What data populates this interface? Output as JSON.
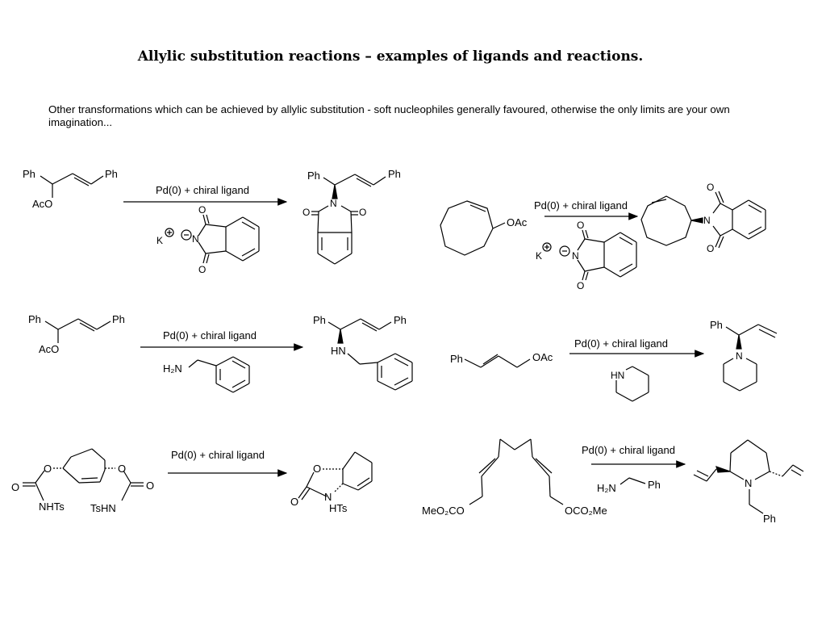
{
  "title": "Allylic substitution reactions – examples of ligands and reactions.",
  "intro": "Other transformations which can be achieved by allylic substitution - soft nucleophiles generally favoured, otherwise the only limits are your own imagination...",
  "conditions": "Pd(0) + chiral ligand",
  "groups": {
    "ph": "Ph",
    "aco": "AcO",
    "oac": "OAc",
    "k": "K",
    "o": "O",
    "n": "N",
    "hn": "HN",
    "h2n": "H₂N",
    "nhts": "NHTs",
    "tshn": "TsHN",
    "hts": "HTs",
    "meo2co": "MeO₂CO",
    "oco2me": "OCO₂Me"
  }
}
